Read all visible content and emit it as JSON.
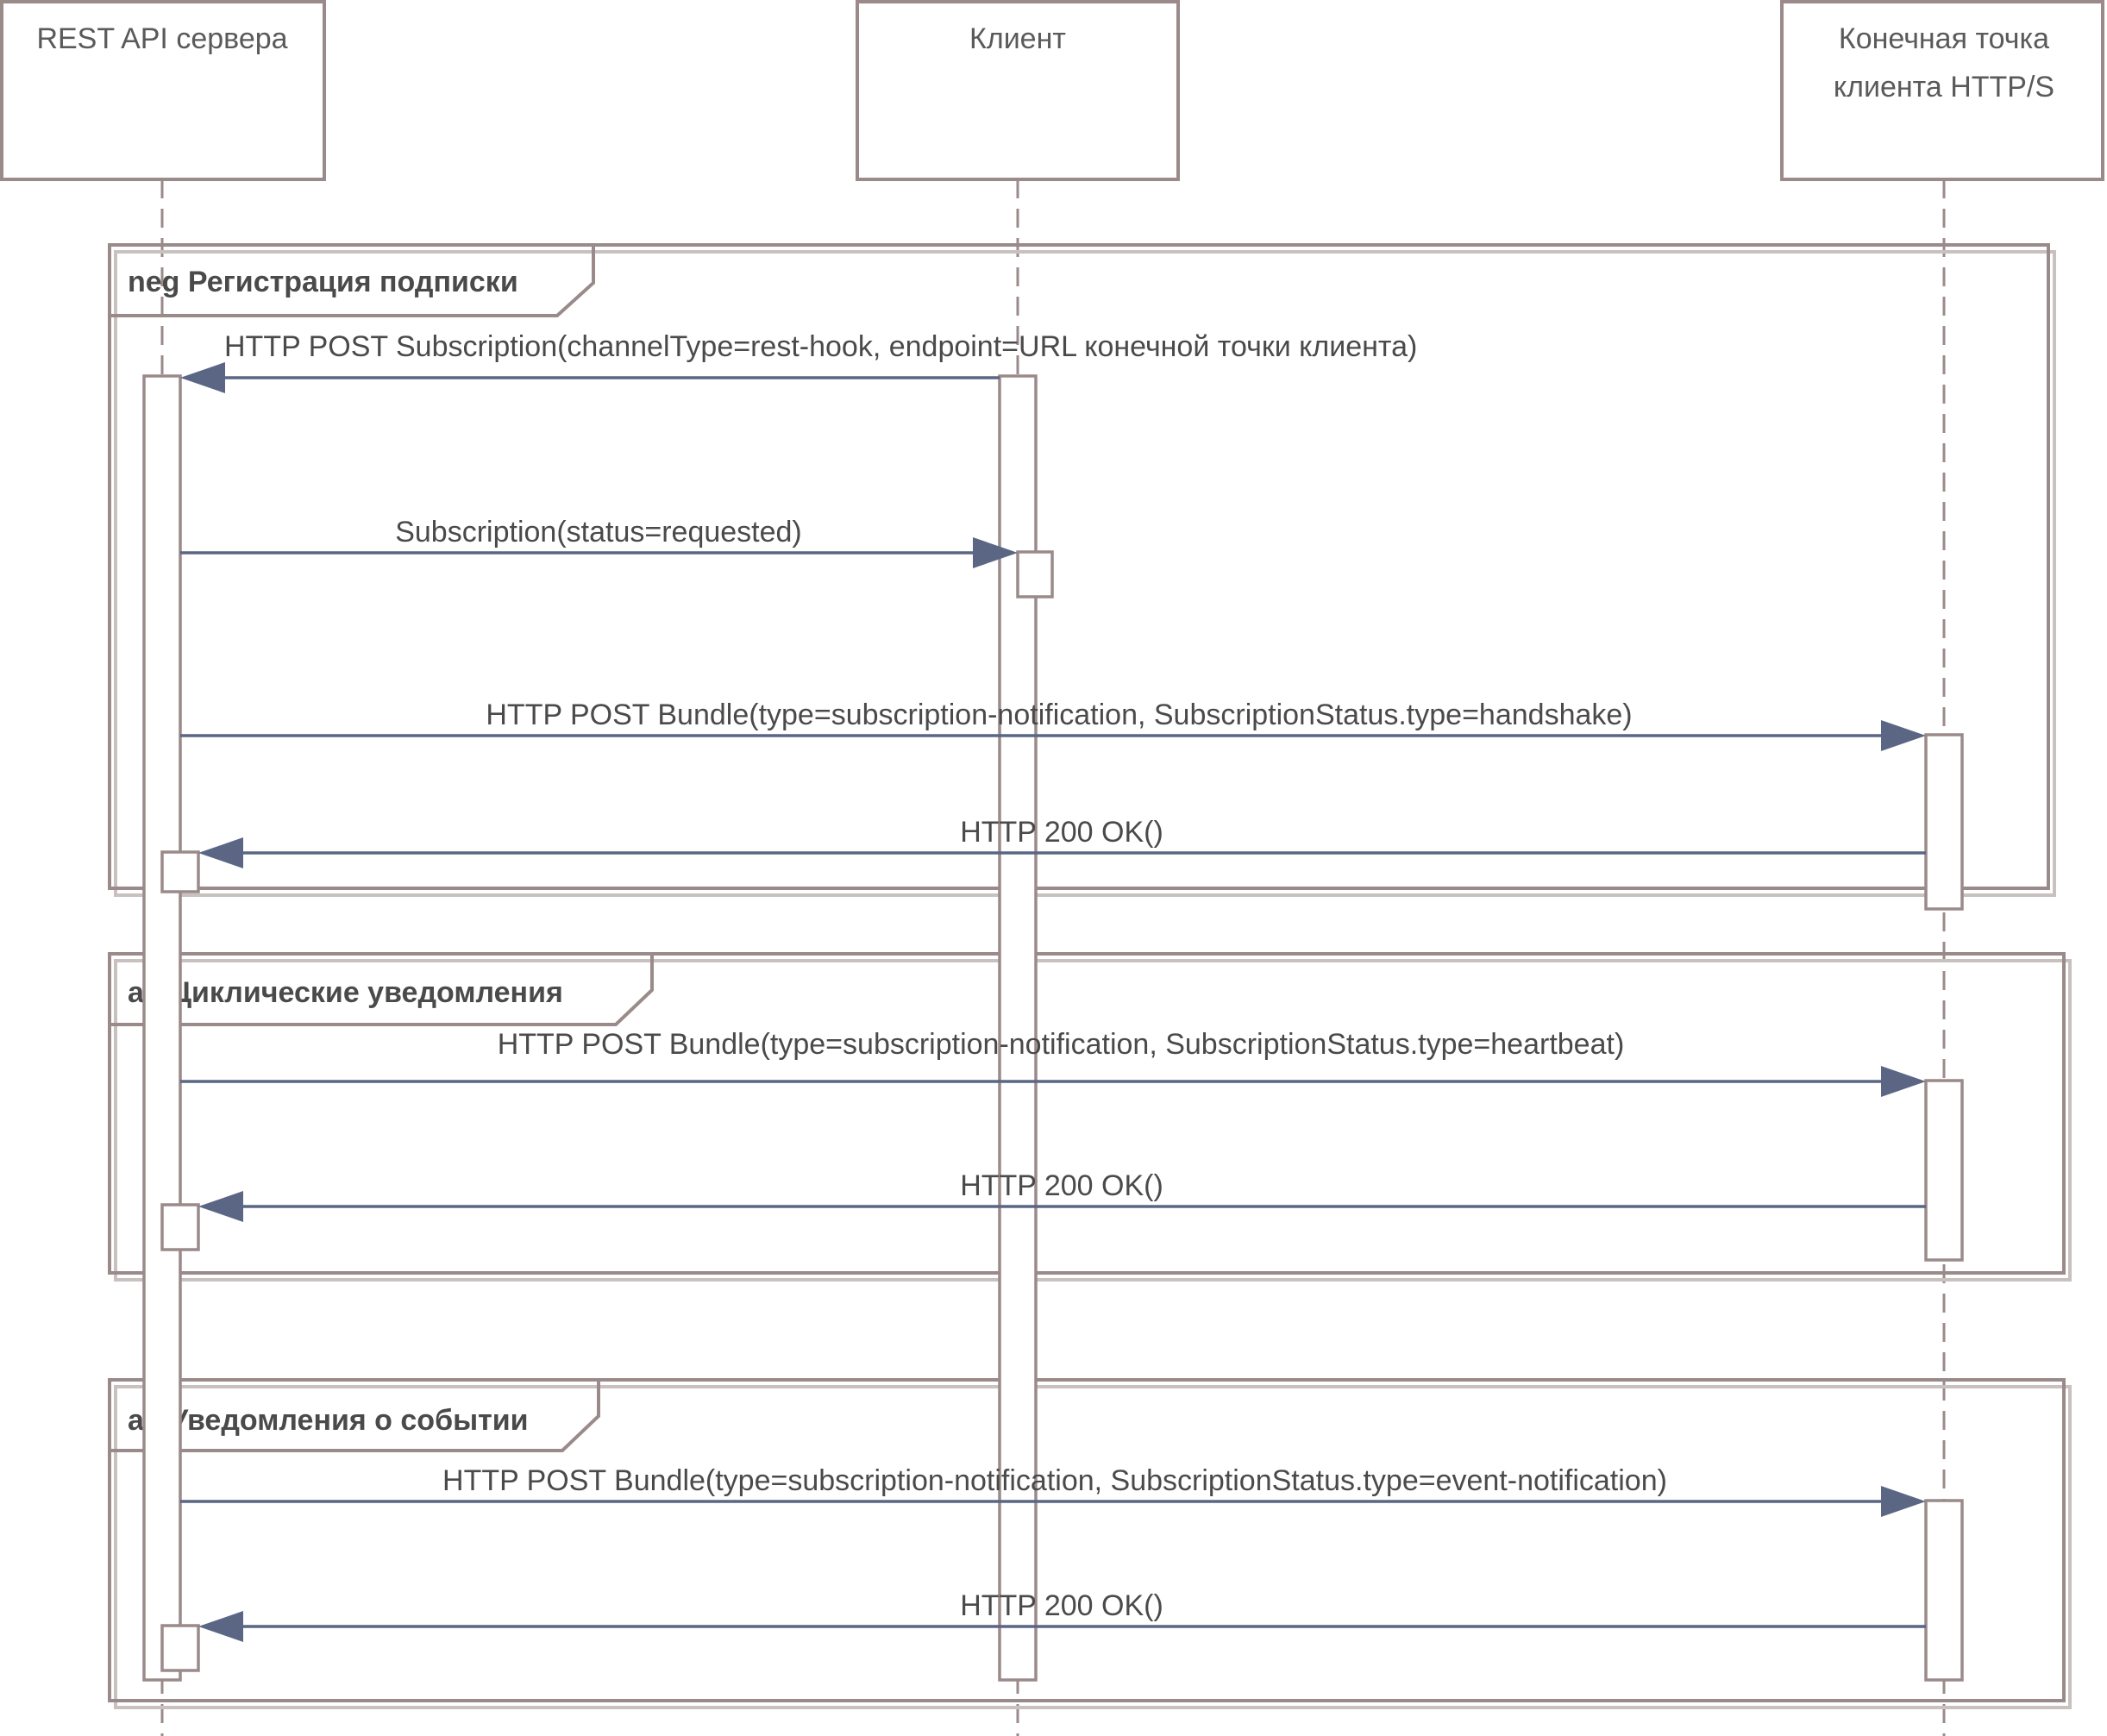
{
  "participants": [
    {
      "id": "server",
      "label_lines": [
        "REST API сервера"
      ]
    },
    {
      "id": "client",
      "label_lines": [
        "Клиент"
      ]
    },
    {
      "id": "endpoint",
      "label_lines": [
        "Конечная точка",
        "клиента HTTP/S"
      ]
    }
  ],
  "fragments": [
    {
      "id": "neg",
      "label": "neg Регистрация подписки"
    },
    {
      "id": "alt1",
      "label": "alt Циклические уведомления"
    },
    {
      "id": "alt2",
      "label": "alt Уведомления о событии"
    }
  ],
  "messages": [
    {
      "id": "m1",
      "from": "client",
      "to": "server",
      "label": "HTTP POST Subscription(channelType=rest-hook, endpoint=URL конечной точки клиента)"
    },
    {
      "id": "m2",
      "from": "server",
      "to": "client",
      "label": "Subscription(status=requested)"
    },
    {
      "id": "m3",
      "from": "server",
      "to": "endpoint",
      "label": "HTTP POST Bundle(type=subscription-notification, SubscriptionStatus.type=handshake)"
    },
    {
      "id": "m4",
      "from": "endpoint",
      "to": "server",
      "label": "HTTP 200 OK()"
    },
    {
      "id": "m5",
      "from": "server",
      "to": "endpoint",
      "label": "HTTP POST Bundle(type=subscription-notification, SubscriptionStatus.type=heartbeat)"
    },
    {
      "id": "m6",
      "from": "endpoint",
      "to": "server",
      "label": "HTTP 200 OK()"
    },
    {
      "id": "m7",
      "from": "server",
      "to": "endpoint",
      "label": "HTTP POST Bundle(type=subscription-notification, SubscriptionStatus.type=event-notification)"
    },
    {
      "id": "m8",
      "from": "endpoint",
      "to": "server",
      "label": "HTTP 200 OK()"
    }
  ]
}
